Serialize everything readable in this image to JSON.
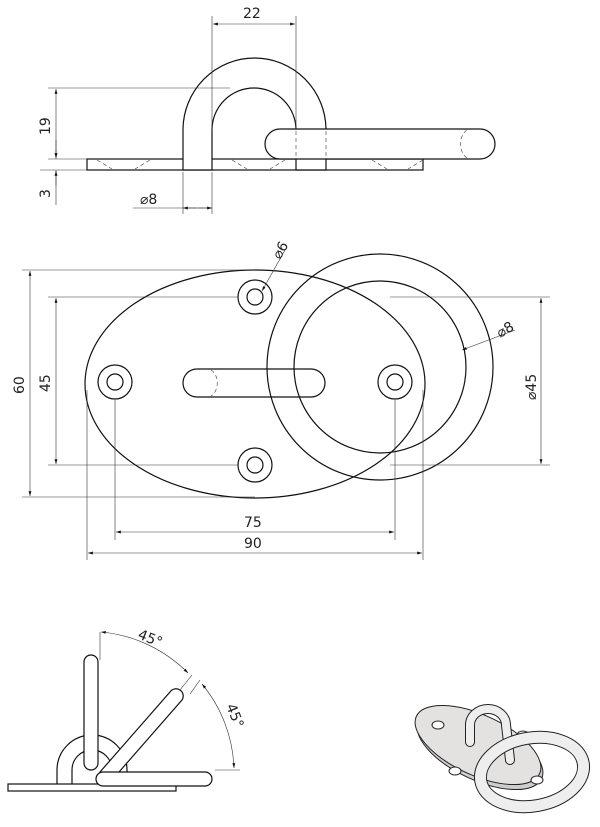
{
  "drawing": {
    "top_view": {
      "dim_width": "22",
      "dim_height": "19",
      "dim_plate": "3",
      "dim_rod": "⌀8"
    },
    "plan_view": {
      "dim_height": "60",
      "dim_holes_vertical": "45",
      "dim_hole": "⌀6",
      "dim_ring_rod": "⌀8",
      "dim_ring": "⌀45",
      "dim_holes_horizontal": "75",
      "dim_length": "90"
    },
    "side_view": {
      "angle_1": "45°",
      "angle_2": "45°"
    },
    "colors": {
      "line": "#111111",
      "render_fill": "#e4e1e1"
    }
  }
}
